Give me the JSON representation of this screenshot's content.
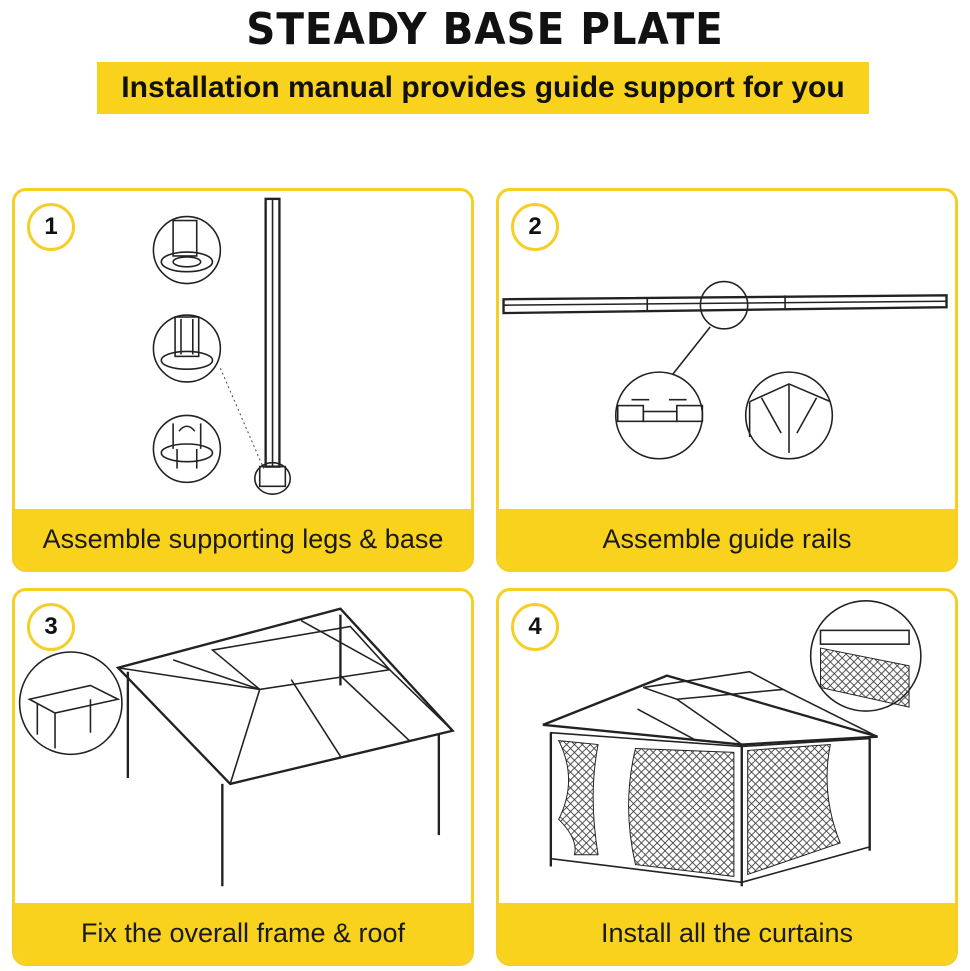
{
  "header": {
    "title": "STEADY BASE PLATE",
    "subtitle": "Installation manual provides guide support for you"
  },
  "steps": [
    {
      "number": "1",
      "caption": "Assemble supporting legs & base"
    },
    {
      "number": "2",
      "caption": "Assemble guide rails"
    },
    {
      "number": "3",
      "caption": "Fix the overall frame & roof"
    },
    {
      "number": "4",
      "caption": "Install all the curtains"
    }
  ],
  "colors": {
    "accent": "#f8d21c",
    "border": "#f5cf24",
    "ink": "#222222"
  }
}
